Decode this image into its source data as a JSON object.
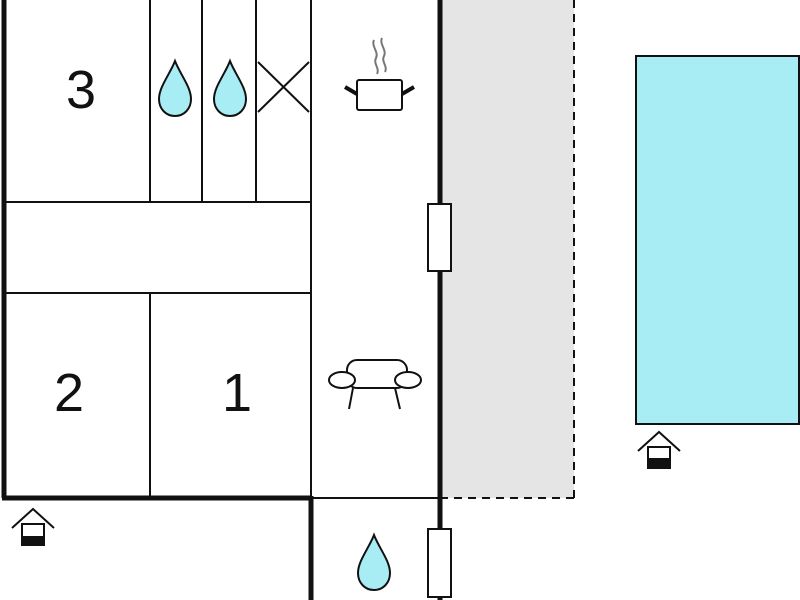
{
  "floorplan": {
    "rooms": [
      {
        "id": "bedroom-3",
        "label": "3"
      },
      {
        "id": "bedroom-2",
        "label": "2"
      },
      {
        "id": "bedroom-1",
        "label": "1"
      }
    ],
    "icons": [
      "water-drop-icon",
      "water-drop-icon",
      "cross-icon",
      "cooking-pot-icon",
      "sofa-icon",
      "water-drop-icon",
      "entrance-house-icon",
      "entrance-house-icon"
    ],
    "colors": {
      "wall": "#111111",
      "water": "#a8ecf4",
      "pool": "#a8ecf4",
      "terrace": "#e5e5e5",
      "background": "#ffffff"
    }
  }
}
